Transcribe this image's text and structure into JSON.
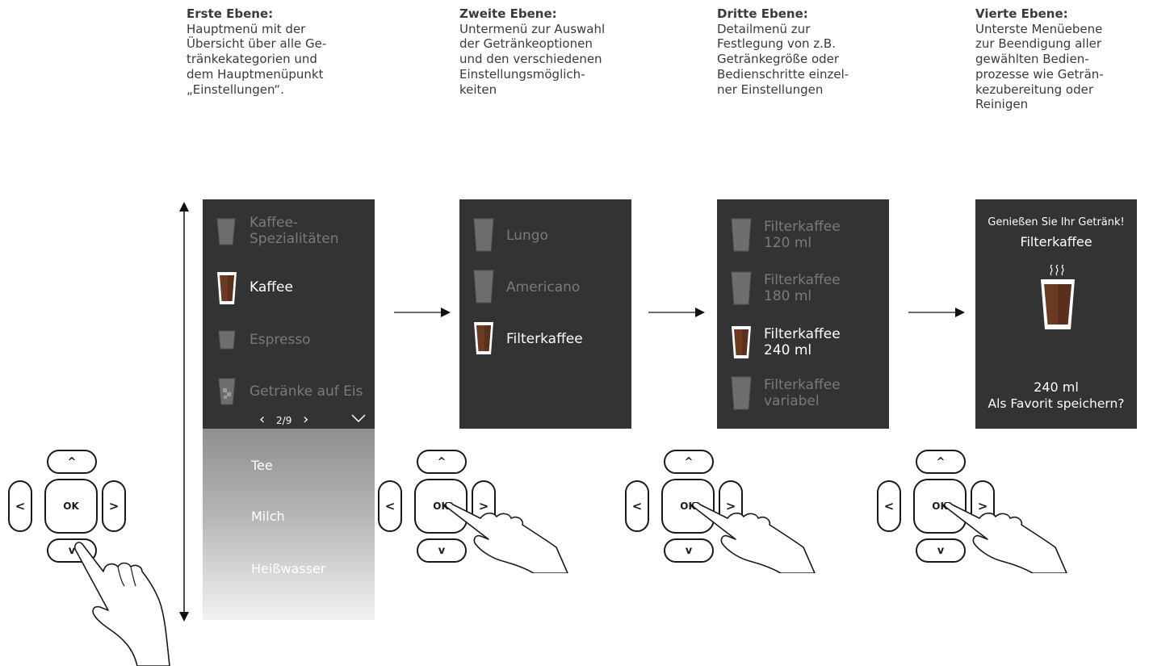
{
  "captions": [
    {
      "title": "Erste Ebene:",
      "text": "Hauptmenü mit der\nÜbersicht über alle Ge-\ntränkekategorien und\ndem Hauptmenüpunkt\n„Einstellungen“."
    },
    {
      "title": "Zweite Ebene:",
      "text": "Untermenü zur Auswahl\nder Getränkeoptionen\nund den verschiedenen\nEinstellungsmöglich-\nkeiten"
    },
    {
      "title": "Dritte Ebene:",
      "text": "Detailmenü zur\nFestlegung von z.B.\nGetränkegröße oder\nBedienschritte einzel-\nner Einstellungen"
    },
    {
      "title": "Vierte Ebene:",
      "text": "Unterste Menüebene\nzur Beendigung aller\ngewählten Bedien-\nprozesse wie Geträn-\nkezubereitung oder\nReinigen"
    }
  ],
  "screen1": {
    "items": [
      {
        "label": "Kaffee-\nSpezialitäten"
      },
      {
        "label": "Kaffee"
      },
      {
        "label": "Espresso"
      },
      {
        "label": "Getränke auf Eis"
      }
    ],
    "pager": {
      "prev": "‹",
      "page": "2/9",
      "next": "›",
      "more": "⌄"
    },
    "hidden_items": [
      "Tee",
      "Milch",
      "Heißwasser"
    ]
  },
  "screen2": {
    "items": [
      {
        "label": "Lungo"
      },
      {
        "label": "Americano"
      },
      {
        "label": "Filterkaffee"
      }
    ]
  },
  "screen3": {
    "items": [
      {
        "label": "Filterkaffee\n120 ml"
      },
      {
        "label": "Filterkaffee\n180 ml"
      },
      {
        "label": "Filterkaffee\n240 ml"
      },
      {
        "label": "Filterkaffee\nvariabel"
      }
    ]
  },
  "screen4": {
    "greeting": "Genießen Sie Ihr Getränk!",
    "drink": "Filterkaffee",
    "volume": "240 ml",
    "question": "Als Favorit speichern?"
  },
  "keypad": {
    "up": "^",
    "down": "v",
    "left": "<",
    "right": ">",
    "ok": "OK"
  },
  "icons": [
    "cup-icon",
    "coffee-cup-icon",
    "iced-drink-icon",
    "steam-icon",
    "arrow-right-icon",
    "pointing-hand-icon",
    "double-arrow-icon"
  ],
  "colors": {
    "screen_bg": "#333333",
    "coffee": "#6b3a22",
    "inactive_text": "#7a7a7a",
    "active_text": "#ffffff"
  }
}
